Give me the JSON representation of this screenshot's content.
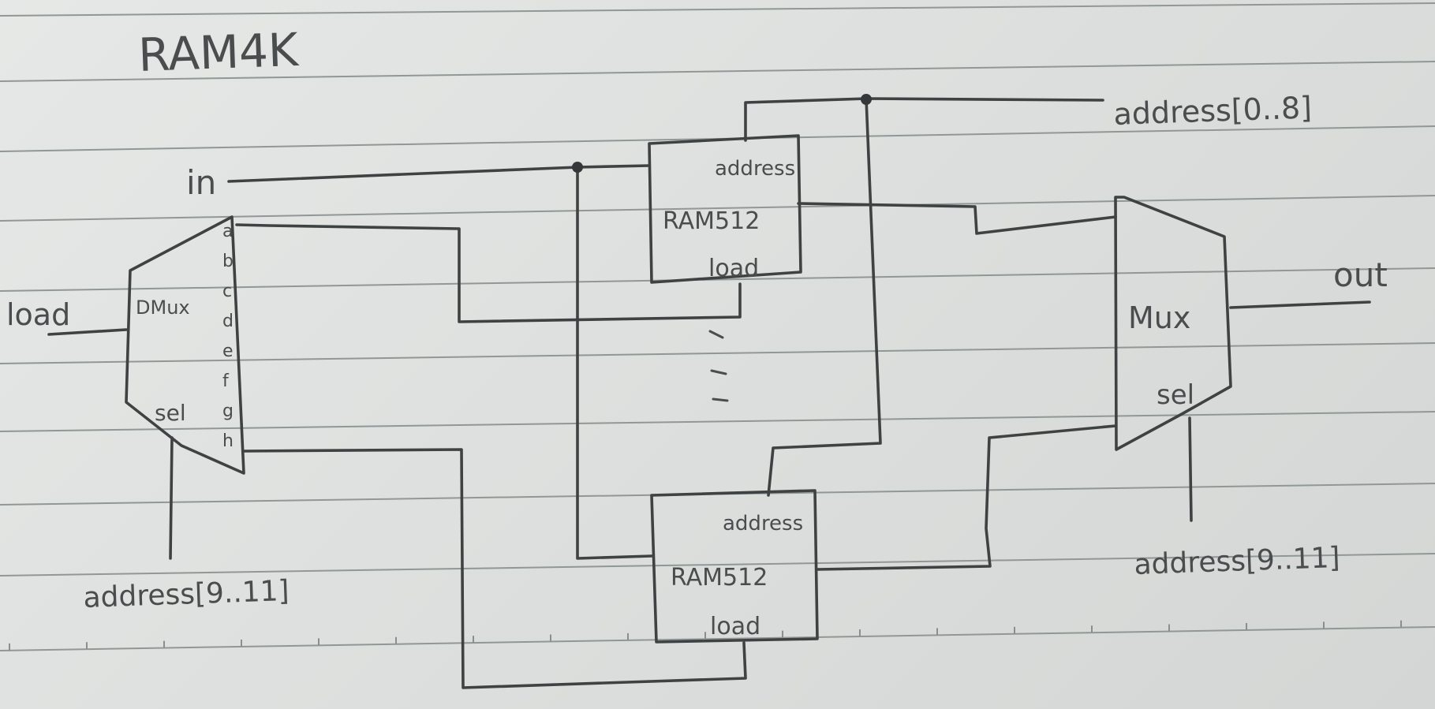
{
  "title": "RAM4K",
  "inputs": {
    "in": "in",
    "load": "load",
    "address_low": "address[0..8]",
    "address_high_left": "address[9..11]",
    "address_high_right": "address[9..11]"
  },
  "output": {
    "out": "out"
  },
  "dmux": {
    "name": "DMux",
    "sel": "sel",
    "outputs": [
      "a",
      "b",
      "c",
      "d",
      "e",
      "f",
      "g",
      "h"
    ]
  },
  "ram_top": {
    "address": "address",
    "name": "RAM512",
    "load": "load"
  },
  "ram_bottom": {
    "address": "address",
    "name": "RAM512",
    "load": "load"
  },
  "mux": {
    "name": "Mux",
    "sel": "sel"
  },
  "colors": {
    "pencil": "#3f4242",
    "paper": "#e3e5e4",
    "rule": "#8f9896"
  }
}
